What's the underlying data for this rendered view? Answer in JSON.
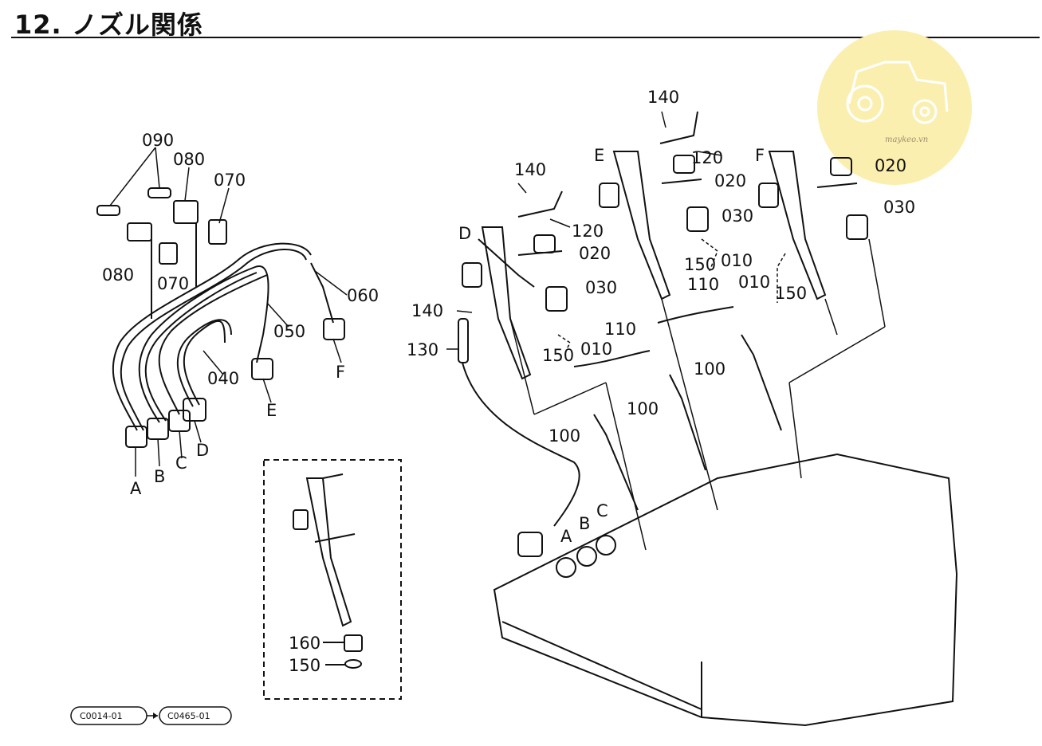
{
  "title": "12. ノズル関係",
  "labels": {
    "p090": "090",
    "p080a": "080",
    "p080b": "080",
    "p070a": "070",
    "p070b": "070",
    "p060": "060",
    "p050": "050",
    "p040": "040",
    "pA": "A",
    "pB": "B",
    "pC": "C",
    "pD": "D",
    "pE": "E",
    "pF": "F",
    "p140a": "140",
    "p140b": "140",
    "p140c": "140",
    "p120a": "120",
    "p120b": "120",
    "p020a": "020",
    "p020b": "020",
    "p020c": "020",
    "p030a": "030",
    "p030b": "030",
    "p030c": "030",
    "p010a": "010",
    "p010b": "010",
    "p010c": "010",
    "p150a": "150",
    "p150b": "150",
    "p150c": "150",
    "p150d": "150",
    "p110a": "110",
    "p110b": "110",
    "p130": "130",
    "p100a": "100",
    "p100b": "100",
    "p100c": "100",
    "p160": "160",
    "eD": "D",
    "eE": "E",
    "eF": "F",
    "hA": "A",
    "hB": "B",
    "hC": "C"
  },
  "footer": {
    "ref_from": "C0014-01",
    "ref_to": "C0465-01"
  },
  "watermark": {
    "text": "maykeo.vn",
    "icon": "tractor-icon",
    "color": "#fbefb0"
  }
}
